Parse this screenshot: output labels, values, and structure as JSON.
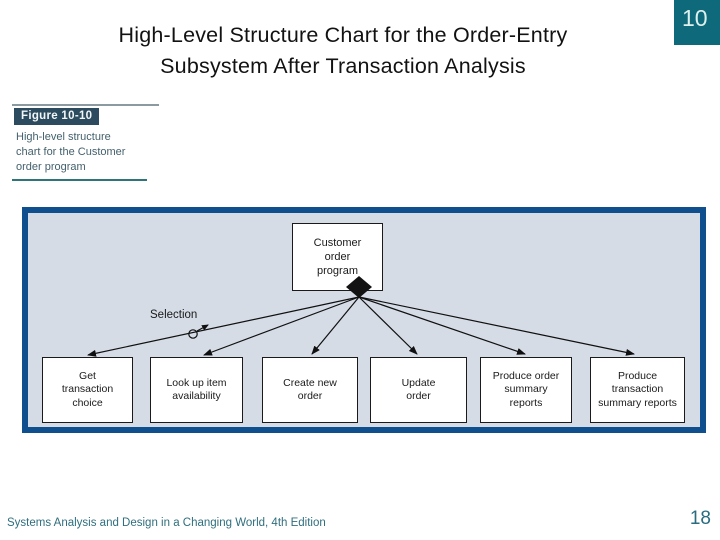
{
  "slide": {
    "title_lines": [
      "High-Level Structure Chart for the Order-Entry",
      "Subsystem After Transaction Analysis"
    ],
    "chapter_badge": "10",
    "footer": "Systems Analysis and Design in a Changing World, 4th Edition",
    "page_number": "18"
  },
  "figure": {
    "label": "Figure 10-10",
    "caption_lines": [
      "High-level structure",
      "chart for the Customer",
      "order program"
    ]
  },
  "diagram": {
    "root_node": [
      "Customer",
      "order",
      "program"
    ],
    "selection_label": "Selection",
    "leaf_nodes": [
      [
        "Get",
        "transaction",
        "choice"
      ],
      [
        "Look up item",
        "availability"
      ],
      [
        "Create new",
        "order"
      ],
      [
        "Update",
        "order"
      ],
      [
        "Produce order",
        "summary",
        "reports"
      ],
      [
        "Produce",
        "transaction",
        "summary reports"
      ]
    ]
  },
  "colors": {
    "badge_teal": "#0e6a7a",
    "figure_label_navy": "#2c4b5e",
    "rule_gray": "#8a9aa0",
    "rule_teal": "#2f7478",
    "panel_border_navy": "#0f4f8d",
    "panel_background": "#d5dce6",
    "node_border": "#1a1a1a",
    "footer_teal": "#2f6e7e"
  }
}
